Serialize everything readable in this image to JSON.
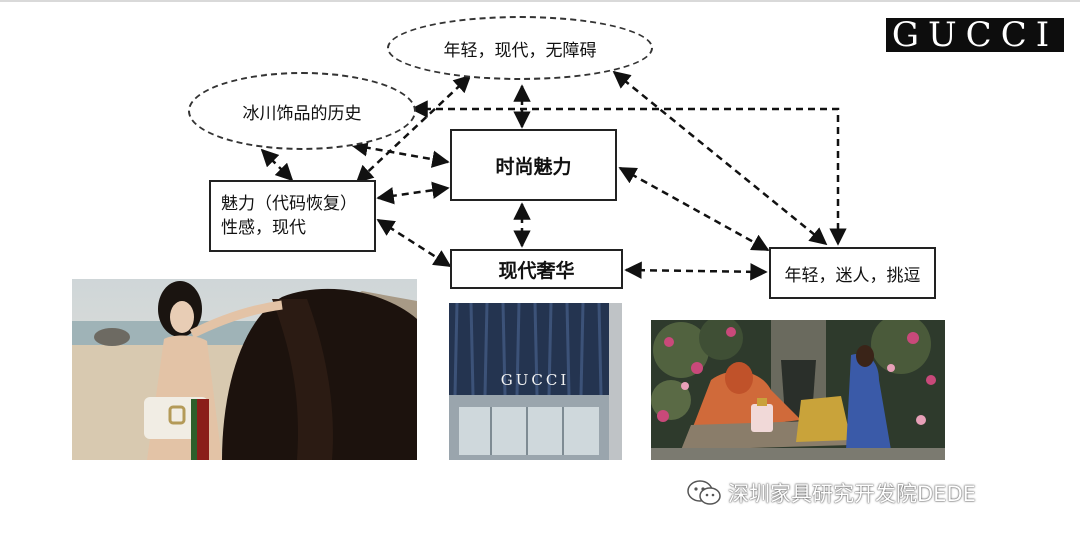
{
  "brand": {
    "logo_text": "GUCCI",
    "store_sign": "GUCCI"
  },
  "nodes": {
    "young_modern_accessible": "年轻，现代，无障碍",
    "ice_history": "冰川饰品的历史",
    "fashion_charm": "时尚魅力",
    "charm_line1": "魅力（代码恢复）",
    "charm_line2": "性感，现代",
    "modern_luxury": "现代奢华",
    "young_charming": "年轻，迷人，挑逗"
  },
  "photos": {
    "left": "woman-with-horse-beach",
    "center": "gucci-storefront",
    "right": "garden-fragrance-campaign"
  },
  "watermark": {
    "text": "深圳家具研究开发院DEDE",
    "icon": "wechat-icon"
  }
}
